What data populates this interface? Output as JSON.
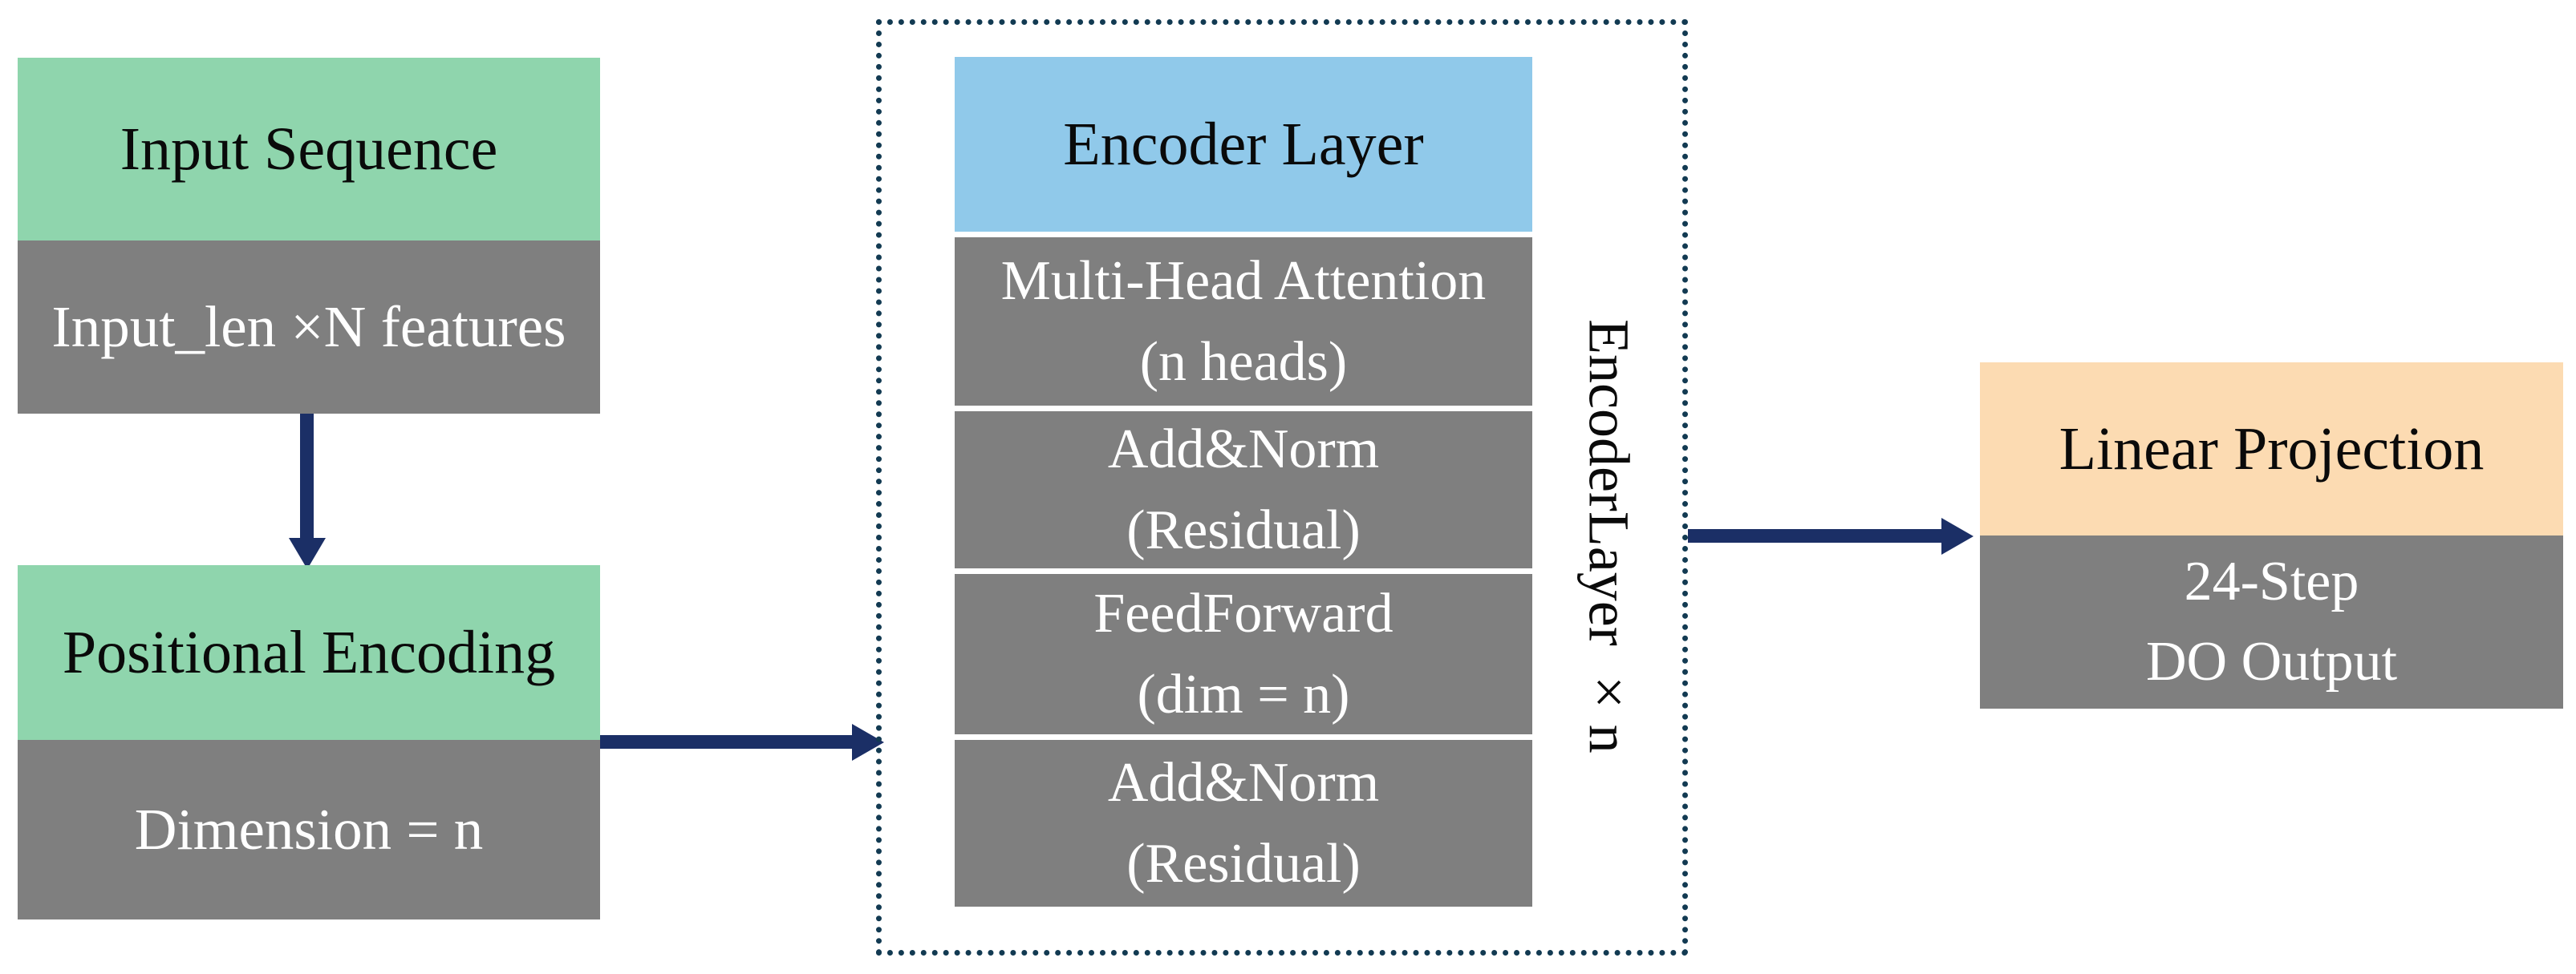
{
  "diagram": {
    "nodes": {
      "input_sequence": {
        "title": "Input Sequence",
        "body": "Input_len ×N features"
      },
      "positional_encoding": {
        "title": "Positional Encoding",
        "body": "Dimension = n"
      },
      "encoder": {
        "title": "Encoder Layer",
        "side_label": "EncoderLayer ×n",
        "rows": [
          {
            "line1": "Multi-Head Attention",
            "line2": "(n heads)"
          },
          {
            "line1": "Add&Norm",
            "line2": "(Residual)"
          },
          {
            "line1": "FeedForward",
            "line2": "(dim = n)"
          },
          {
            "line1": "Add&Norm",
            "line2": "(Residual)"
          }
        ]
      },
      "linear_projection": {
        "title": "Linear Projection",
        "body_line1": "24-Step",
        "body_line2": "DO Output"
      }
    },
    "colors": {
      "header_green": "#8FD5AD",
      "header_blue": "#90C9EA",
      "header_orange": "#FCDBB2",
      "body_gray": "#7F7F7F",
      "arrow_navy": "#1B2F66",
      "dotted_border": "#123A52",
      "background": "#FFFFFF"
    }
  }
}
